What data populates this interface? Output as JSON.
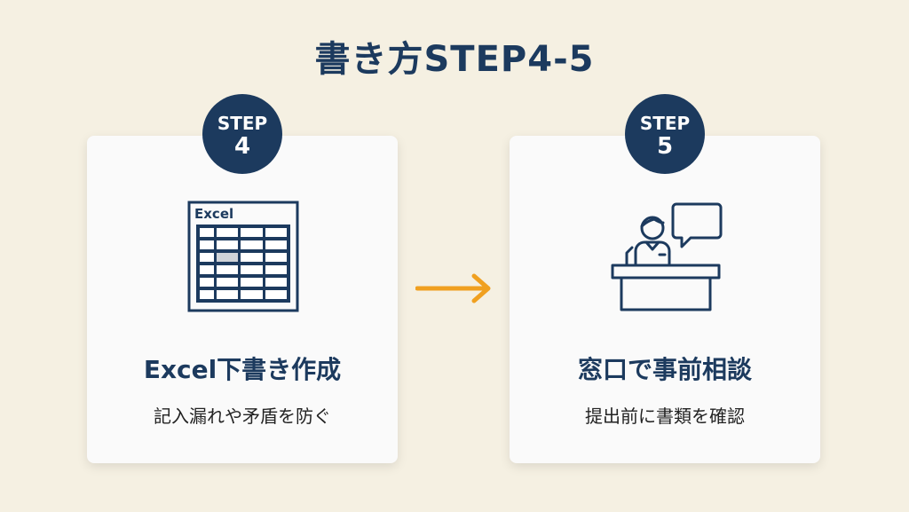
{
  "title": "書き方STEP4-5",
  "steps": [
    {
      "label": "STEP",
      "number": "4",
      "icon": "excel-spreadsheet-icon",
      "icon_text": "Excel",
      "heading": "Excel下書き作成",
      "description": "記入漏れや矛盾を防ぐ"
    },
    {
      "label": "STEP",
      "number": "5",
      "icon": "counter-consultation-icon",
      "heading": "窓口で事前相談",
      "description": "提出前に書類を確認"
    }
  ],
  "colors": {
    "navy": "#1c3a5e",
    "arrow": "#f0a020",
    "background": "#f5f0e2"
  }
}
